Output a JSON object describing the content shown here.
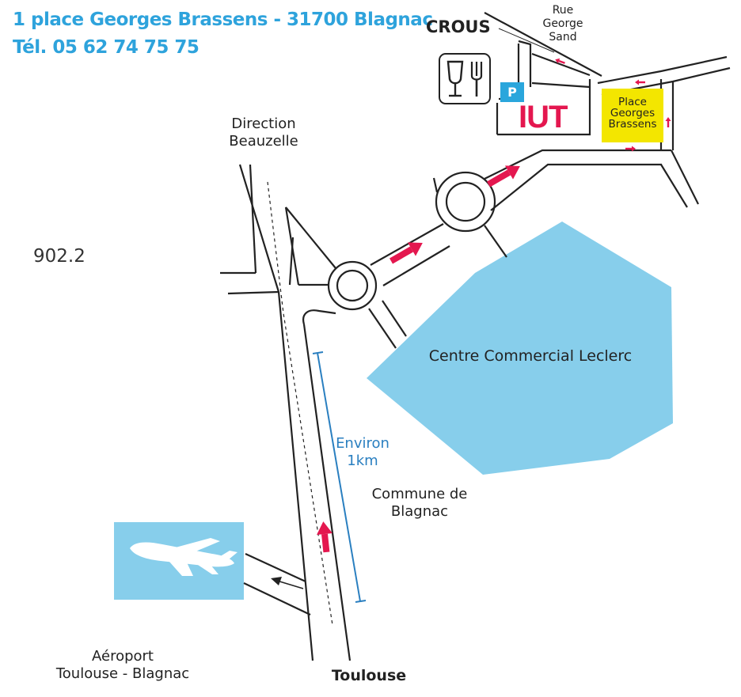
{
  "header": {
    "address": "1 place Georges Brassens - 31700 Blagnac",
    "phone": "Tél. 05 62 74 75 75"
  },
  "labels": {
    "crous": "CROUS",
    "rue_line1": "Rue",
    "rue_line2": "George",
    "rue_line3": "Sand",
    "parking": "P",
    "iut": "IUT",
    "place_line1": "Place",
    "place_line2": "Georges",
    "place_line3": "Brassens",
    "direction_line1": "Direction",
    "direction_line2": "Beauzelle",
    "road_number": "902.2",
    "centre_commercial": "Centre Commercial Leclerc",
    "distance_line1": "Environ",
    "distance_line2": "1km",
    "commune_line1": "Commune de",
    "commune_line2": "Blagnac",
    "airport_line1": "Aéroport",
    "airport_line2": "Toulouse - Blagnac",
    "toulouse": "Toulouse"
  },
  "icons": {
    "restaurant": "restaurant-icon",
    "airplane": "airplane-icon",
    "parking": "parking-icon"
  },
  "colors": {
    "header_text": "#2ea3dc",
    "route_arrow": "#e4174f",
    "leclerc_area": "#87ceeb",
    "place_highlight": "#f3e600",
    "iut_text": "#e4174f",
    "distance_marker": "#2a7fc0"
  }
}
